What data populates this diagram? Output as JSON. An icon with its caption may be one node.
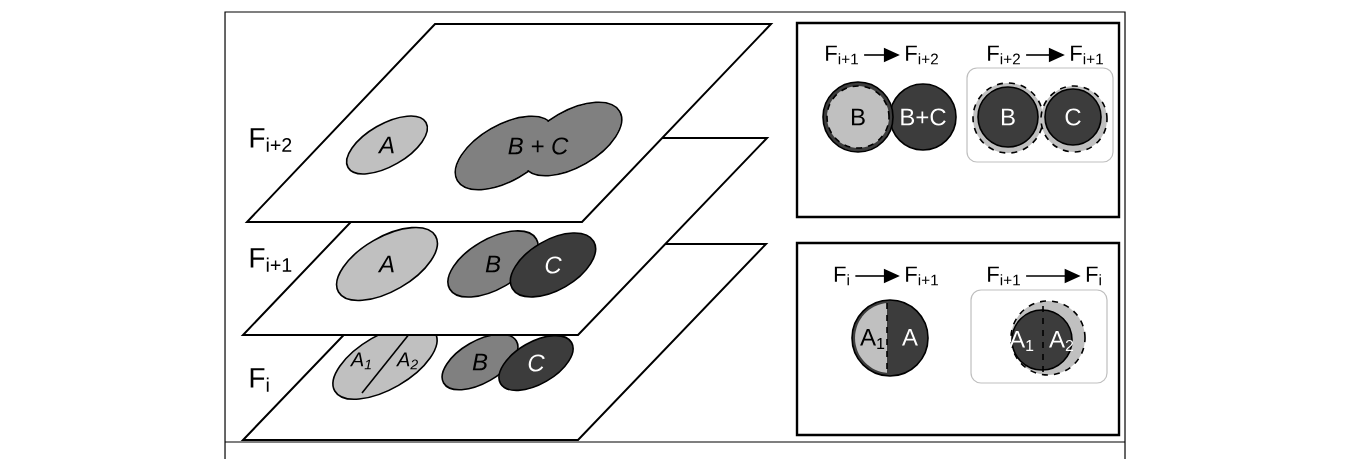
{
  "diagram": {
    "nodes": [
      {
        "text": [
          "F$_{i+2}$"
        ]
      },
      {
        "text": [
          "A"
        ],
        "in": 0
      },
      {
        "text": [
          "B + C"
        ],
        "in": 0
      },
      {
        "text": [
          "F$_{i+1}$"
        ]
      },
      {
        "text": [
          "A"
        ],
        "in": 3
      },
      {
        "text": [
          "B"
        ],
        "in": 3
      },
      {
        "text": [
          "C"
        ],
        "in": 3
      },
      {
        "text": [
          "F$_{i}$"
        ]
      },
      {
        "text": [
          "A$_{1}$",
          "A$_{2}$"
        ],
        "in": 7
      },
      {
        "text": [
          "B"
        ],
        "in": 7
      },
      {
        "text": [
          "C"
        ],
        "in": 7
      },
      {
        "text": [],
        "shape": "box"
      },
      {
        "text": [
          "F$_{i+1}$"
        ],
        "in": 11
      },
      {
        "text": [
          "F$_{i+2}$"
        ],
        "in": 11
      },
      {
        "text": [
          "B"
        ],
        "in": 11
      },
      {
        "text": [
          "B+C"
        ],
        "in": 11
      },
      {
        "text": [],
        "shape": "box",
        "in": 11
      },
      {
        "text": [
          "F$_{i+2}$"
        ],
        "in": 11
      },
      {
        "text": [
          "F$_{i+1}$"
        ],
        "in": 11
      },
      {
        "text": [
          "B"
        ],
        "in": 16
      },
      {
        "text": [
          "C"
        ],
        "in": 16
      },
      {
        "text": [],
        "shape": "box"
      },
      {
        "text": [
          "F$_{i}$"
        ],
        "in": 21
      },
      {
        "text": [
          "F$_{i+1}$"
        ],
        "in": 21
      },
      {
        "text": [
          "A$_{1}$",
          "A"
        ],
        "in": 21
      },
      {
        "text": [
          "F$_{i+1}$"
        ],
        "in": 21
      },
      {
        "text": [
          "F$_{i}$"
        ],
        "in": 21
      },
      {
        "text": [],
        "shape": "box",
        "in": 21
      },
      {
        "text": [
          "A$_{1}$",
          "A$_{2}$"
        ],
        "in": 27
      }
    ],
    "edges": [
      {
        "from": 12,
        "to": 13,
        "arrow": "to"
      },
      {
        "from": 17,
        "to": 18,
        "arrow": "to"
      },
      {
        "from": 22,
        "to": 23,
        "arrow": "to"
      },
      {
        "from": 25,
        "to": 26,
        "arrow": "to"
      }
    ]
  }
}
